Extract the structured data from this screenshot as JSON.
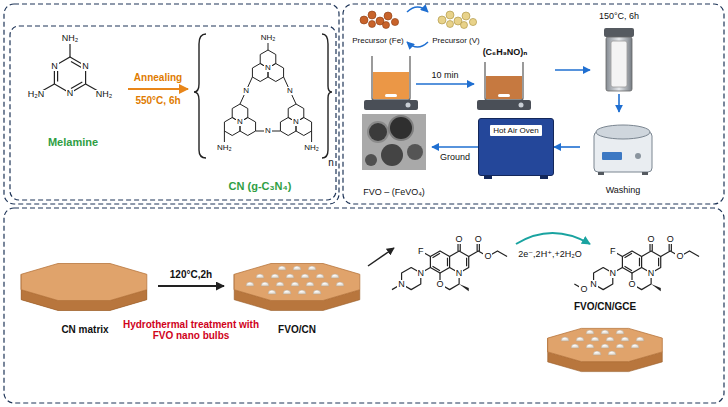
{
  "diagram": {
    "nodes": [
      {
        "text": [
          "Melamine"
        ]
      },
      {
        "text": [
          "CN (g-C₃N₄)"
        ]
      },
      {
        "text": [
          "Precursor (Fe)"
        ]
      },
      {
        "text": [
          "Precursor (V)"
        ]
      },
      {
        "text": [
          "(C₆H₉NO)ₙ"
        ]
      },
      {
        "text": [
          "150°C, 6h"
        ]
      },
      {
        "text": [
          "Washing"
        ]
      },
      {
        "text": [
          "Hot Air Oven"
        ]
      },
      {
        "text": [
          "FVO – (FeVO₄)"
        ]
      },
      {
        "text": [
          "CN matrix"
        ]
      },
      {
        "text": [
          "FVO/CN"
        ]
      },
      {
        "text": [
          "FVO/CN/GCE"
        ]
      }
    ],
    "edges": [
      {
        "from": 0,
        "to": 1,
        "arrow": "to"
      },
      {
        "from": 2,
        "to": 3,
        "arrow": "to"
      },
      {
        "from": 3,
        "to": 2,
        "arrow": "to"
      },
      {
        "from": 4,
        "to": 5,
        "arrow": "to"
      },
      {
        "from": 5,
        "to": 6,
        "arrow": "to"
      },
      {
        "from": 6,
        "to": 7,
        "arrow": "to"
      },
      {
        "from": 7,
        "to": 8,
        "arrow": "to",
        "label": "Ground"
      },
      {
        "from": 9,
        "to": 10,
        "arrow": "to",
        "label": "120°C,2h"
      }
    ],
    "labels": [
      "NH₂",
      "NH₂",
      "H₂N",
      "N",
      "N",
      "N",
      "Annealing",
      "550°C, 6h",
      "NH₂",
      "NH₂",
      "NH₂",
      "N",
      "N",
      "N",
      "N",
      "N",
      "N",
      "n",
      "10 min",
      "Hydrothermal treatment with FVO nano bulbs",
      "F",
      "O",
      "O",
      "O",
      "N",
      "O",
      "N",
      "N",
      "2e⁻,2H⁺,+2H₂O",
      "F",
      "O",
      "O",
      "O",
      "N",
      "O",
      "N",
      "N",
      "O"
    ]
  }
}
